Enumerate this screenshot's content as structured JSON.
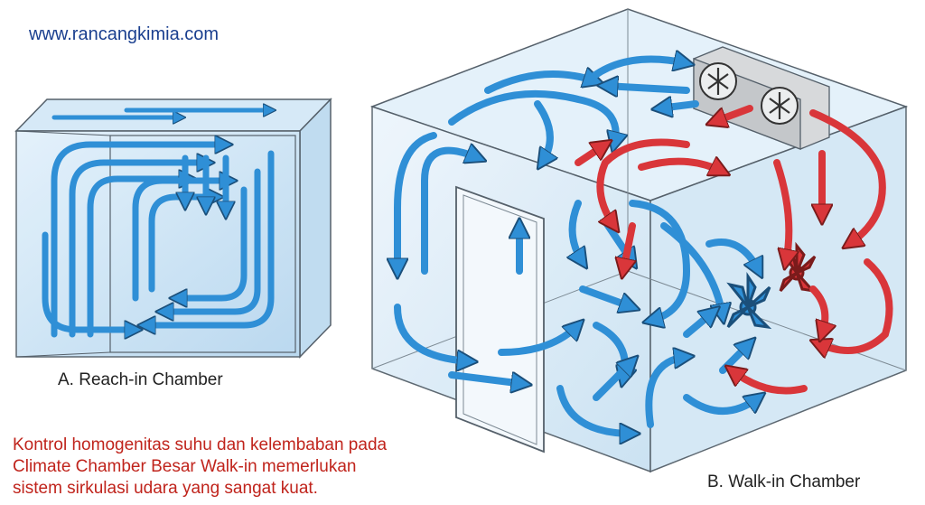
{
  "header": {
    "website": "www.rancangkimia.com"
  },
  "panels": {
    "reach_in": {
      "caption": "A. Reach-in Chamber"
    },
    "walk_in": {
      "caption": "B. Walk-in Chamber"
    }
  },
  "note": {
    "lines": [
      "Kontrol homogenitas suhu dan kelembaban pada",
      "Climate Chamber Besar Walk-in memerlukan",
      "sistem sirkulasi udara yang sangat kuat."
    ]
  },
  "colors": {
    "cold_air": "#2f8fd6",
    "warm_air": "#d9363a",
    "glass": "#cfe5f4",
    "outline": "#55606a",
    "text_red": "#c0241c",
    "text_blue": "#1a3f8f"
  }
}
